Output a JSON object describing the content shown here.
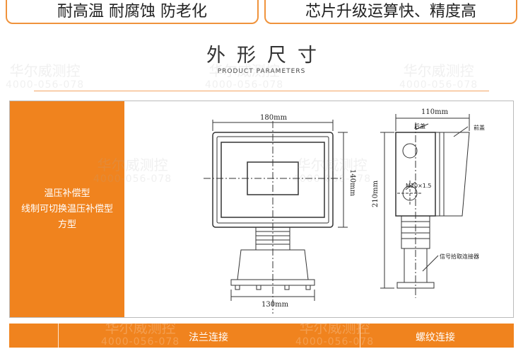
{
  "banner": {
    "left": "耐高温 耐腐蚀 防老化",
    "right": "芯片升级运算快、精度高"
  },
  "section": {
    "title_cn": "外形尺寸",
    "title_en": "PRODUCT PARAMETERS"
  },
  "watermark": {
    "name": "华尔威测控",
    "phone": "4000-056-078"
  },
  "row": {
    "label_lines": [
      "温压补偿型",
      "线制可切换温压补偿型",
      "方型"
    ]
  },
  "dimensions": {
    "front_width": "180mm",
    "front_height": "140mm",
    "base_width": "130mm",
    "side_depth": "110mm",
    "side_height": "210mm",
    "thread": "M20×1.5",
    "rear_cover": "后盖",
    "front_cover": "前盖",
    "signal_connector": "信号拾取连接器"
  },
  "footer": {
    "flange": "法兰连接",
    "thread": "螺纹连接"
  }
}
